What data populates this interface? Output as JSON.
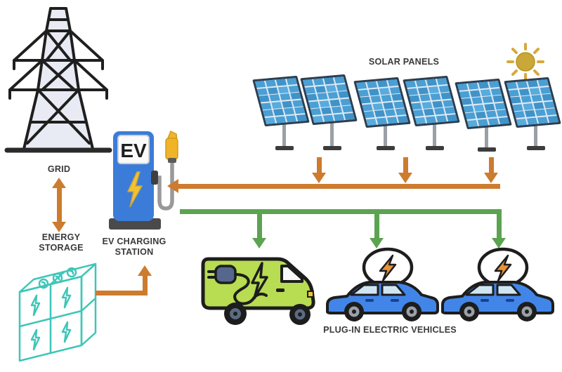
{
  "labels": {
    "grid": "GRID",
    "energy_storage": "ENERGY STORAGE",
    "ev_charging_station": "EV CHARGING STATION",
    "solar_panels": "SOLAR PANELS",
    "plug_in_electric_vehicles": "PLUG-IN ELECTRIC VEHICLES",
    "ev_station_screen": "EV"
  },
  "colors": {
    "arrow_orange": "#cd7b2e",
    "arrow_green": "#5ca351",
    "station_blue": "#3b7cd8",
    "panel_cell_blue": "#4a9fd4",
    "panel_frame": "#2c3e50",
    "storage_teal": "#3ec6b8",
    "van_green": "#b8dc52",
    "car_blue": "#4285e8",
    "sun_gold": "#c9a837",
    "bolt_yellow": "#f2c230",
    "bubble_bolt_orange": "#e8923a",
    "text_dark": "#3a3a3a",
    "outline_black": "#1d1d1d"
  },
  "solar_array": {
    "groups": 3,
    "panels_per_group": 2,
    "total_panels": 6
  },
  "vehicles": [
    {
      "type": "electric-van"
    },
    {
      "type": "electric-car"
    },
    {
      "type": "electric-car"
    }
  ],
  "flows": [
    {
      "from": "solar-panels",
      "to": "orange-collector-bus",
      "color": "orange"
    },
    {
      "from": "orange-collector-bus",
      "to": "ev-charging-station",
      "color": "orange"
    },
    {
      "from": "grid",
      "to": "energy-storage",
      "bidirectional": true,
      "color": "orange"
    },
    {
      "from": "energy-storage",
      "to": "ev-charging-station",
      "color": "orange"
    },
    {
      "from": "ev-charging-station",
      "to": "green-distribution-bus",
      "color": "green"
    },
    {
      "from": "green-distribution-bus",
      "to": "electric-van",
      "color": "green"
    },
    {
      "from": "green-distribution-bus",
      "to": "electric-car-1",
      "color": "green"
    },
    {
      "from": "green-distribution-bus",
      "to": "electric-car-2",
      "color": "green"
    }
  ],
  "icons": [
    "transmission-tower-icon",
    "battery-storage-icon",
    "ev-charging-pump-icon",
    "charging-nozzle-icon",
    "solar-panel-icon",
    "sun-icon",
    "electric-van-icon",
    "electric-car-icon",
    "speech-bubble-lightning-icon",
    "lightning-bolt-icon",
    "plug-icon"
  ]
}
